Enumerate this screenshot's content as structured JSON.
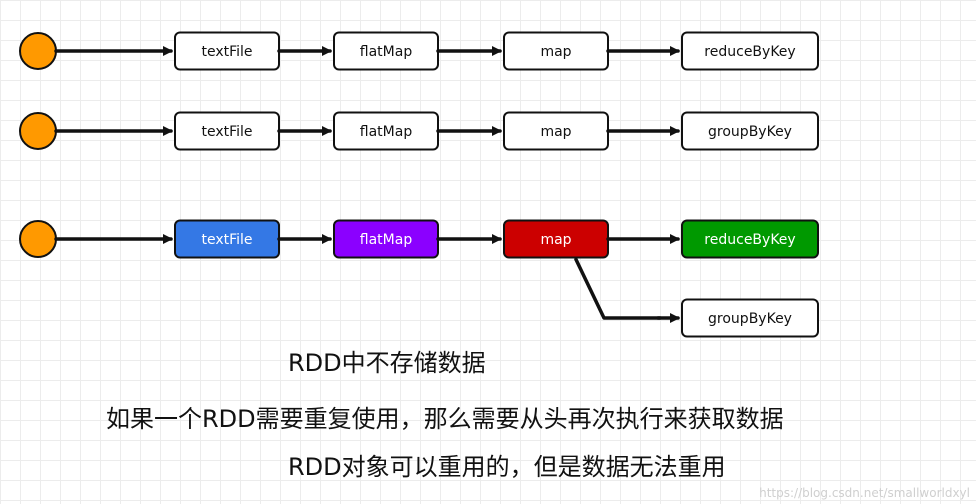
{
  "rows": [
    {
      "id": "row1",
      "nodes": [
        {
          "key": "textfile",
          "label": "textFile",
          "fill": "#ffffff",
          "text_color": "#111111"
        },
        {
          "key": "flatmap",
          "label": "flatMap",
          "fill": "#ffffff",
          "text_color": "#111111"
        },
        {
          "key": "map",
          "label": "map",
          "fill": "#ffffff",
          "text_color": "#111111"
        },
        {
          "key": "reducebykey",
          "label": "reduceByKey",
          "fill": "#ffffff",
          "text_color": "#111111"
        }
      ]
    },
    {
      "id": "row2",
      "nodes": [
        {
          "key": "textfile",
          "label": "textFile",
          "fill": "#ffffff",
          "text_color": "#111111"
        },
        {
          "key": "flatmap",
          "label": "flatMap",
          "fill": "#ffffff",
          "text_color": "#111111"
        },
        {
          "key": "map",
          "label": "map",
          "fill": "#ffffff",
          "text_color": "#111111"
        },
        {
          "key": "groupbykey",
          "label": "groupByKey",
          "fill": "#ffffff",
          "text_color": "#111111"
        }
      ]
    },
    {
      "id": "row3",
      "nodes": [
        {
          "key": "textfile",
          "label": "textFile",
          "fill": "#3478e5",
          "text_color": "#ffffff"
        },
        {
          "key": "flatmap",
          "label": "flatMap",
          "fill": "#8b00ff",
          "text_color": "#ffffff"
        },
        {
          "key": "map",
          "label": "map",
          "fill": "#cc0000",
          "text_color": "#ffffff"
        },
        {
          "key": "reducebykey",
          "label": "reduceByKey",
          "fill": "#009900",
          "text_color": "#ffffff"
        }
      ]
    }
  ],
  "branch": {
    "key": "groupbykey",
    "label": "groupByKey",
    "fill": "#ffffff",
    "text_color": "#111111"
  },
  "start_circle_color": "#ff9900",
  "captions": {
    "line1": "RDD中不存储数据",
    "line2": "如果一个RDD需要重复使用，那么需要从头再次执行来获取数据",
    "line3": "RDD对象可以重用的，但是数据无法重用"
  },
  "watermark": "https://blog.csdn.net/smallworldxyl"
}
